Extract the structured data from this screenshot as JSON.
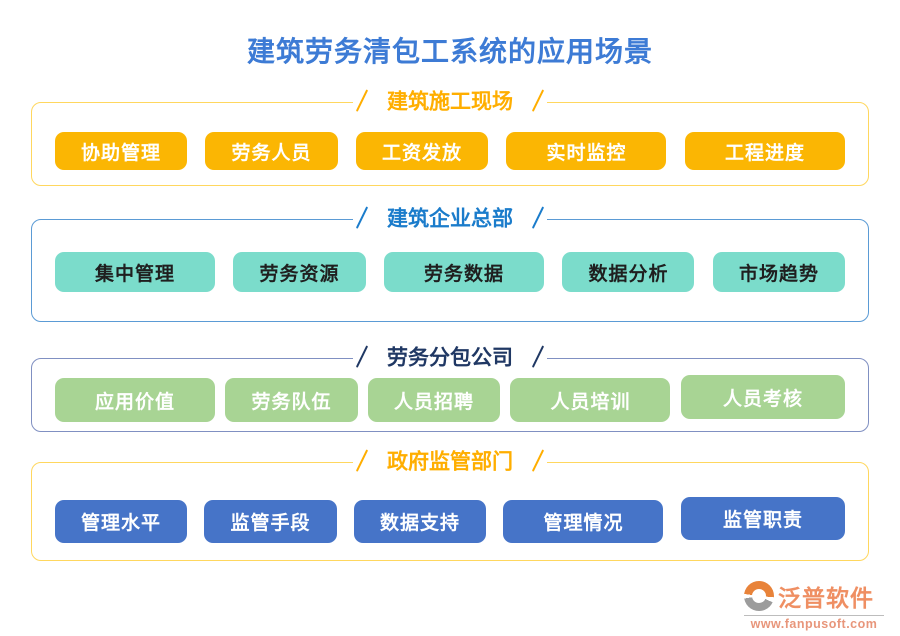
{
  "title": "建筑劳务清包工系统的应用场景",
  "title_color": "#3D7BD5",
  "sections": [
    {
      "label": "建筑施工现场",
      "header_color": "#FFAE00",
      "border_color": "#FFD75E",
      "button_bg": "#FBB603",
      "button_text_color": "#FFFFFF",
      "items": [
        "协助管理",
        "劳务人员",
        "工资发放",
        "实时监控",
        "工程进度"
      ]
    },
    {
      "label": "建筑企业总部",
      "header_color": "#1B7CCB",
      "border_color": "#5B9BD5",
      "button_bg": "#7BDCCB",
      "button_text_color": "#1F1F1F",
      "items": [
        "集中管理",
        "劳务资源",
        "劳务数据",
        "数据分析",
        "市场趋势"
      ]
    },
    {
      "label": "劳务分包公司",
      "header_color": "#203864",
      "border_color": "#8090C2",
      "button_bg": "#A8D494",
      "button_text_color": "#FFFFFF",
      "items": [
        "应用价值",
        "劳务队伍",
        "人员招聘",
        "人员培训",
        "人员考核"
      ]
    },
    {
      "label": "政府监管部门",
      "header_color": "#FFAE00",
      "border_color": "#FFD75E",
      "button_bg": "#4674C8",
      "button_text_color": "#FFFFFF",
      "items": [
        "管理水平",
        "监管手段",
        "数据支持",
        "管理情况",
        "监管职责"
      ]
    }
  ],
  "footer": {
    "brand": "泛普软件",
    "brand_color": "#EF8F63",
    "url": "www.fanpusoft.com",
    "icon": "fanpu-logo-icon",
    "icon_orange": "#E8833A",
    "icon_gray": "#9C9C9C"
  }
}
